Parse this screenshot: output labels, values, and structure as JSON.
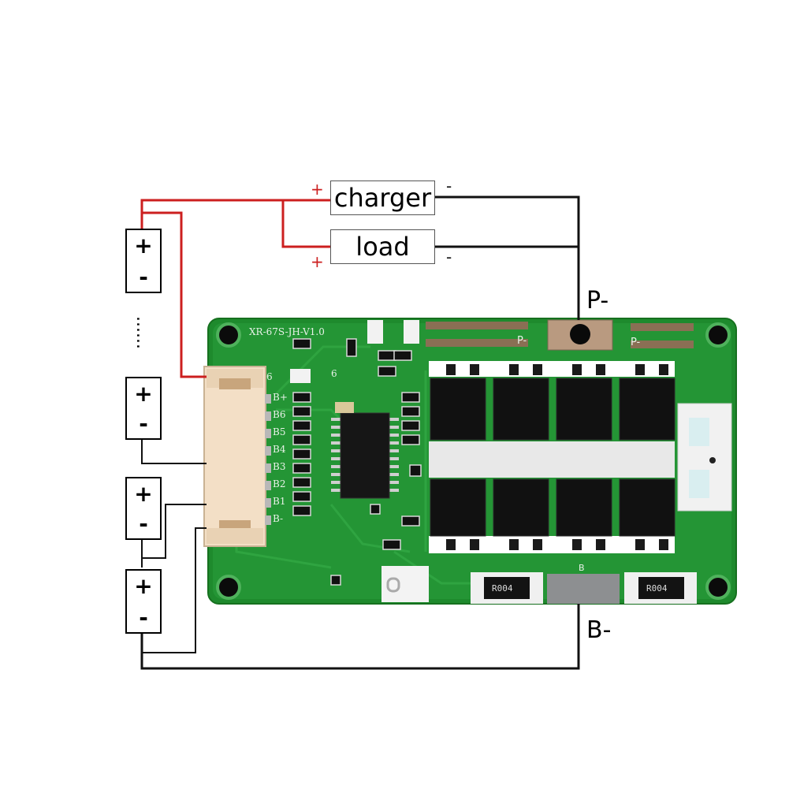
{
  "labels": {
    "charger": "charger",
    "load": "load",
    "p_minus": "P-",
    "b_minus": "B-",
    "plus": "+",
    "minus": "-"
  },
  "battery": {
    "plus": "+",
    "minus": "-",
    "ellipsis": "......"
  },
  "board": {
    "model": "XR-67S-JH-V1.0",
    "connector_pins": [
      "B+",
      "B6",
      "B5",
      "B4",
      "B3",
      "B2",
      "B1",
      "B-"
    ],
    "silk_p_minus": "P-",
    "silk_b": "B",
    "silk_6": "6",
    "shunt_marking": "R004"
  },
  "colors": {
    "positive_wire": "#cc1f1f",
    "negative_wire": "#111111",
    "pcb": "#1f8a2e"
  }
}
